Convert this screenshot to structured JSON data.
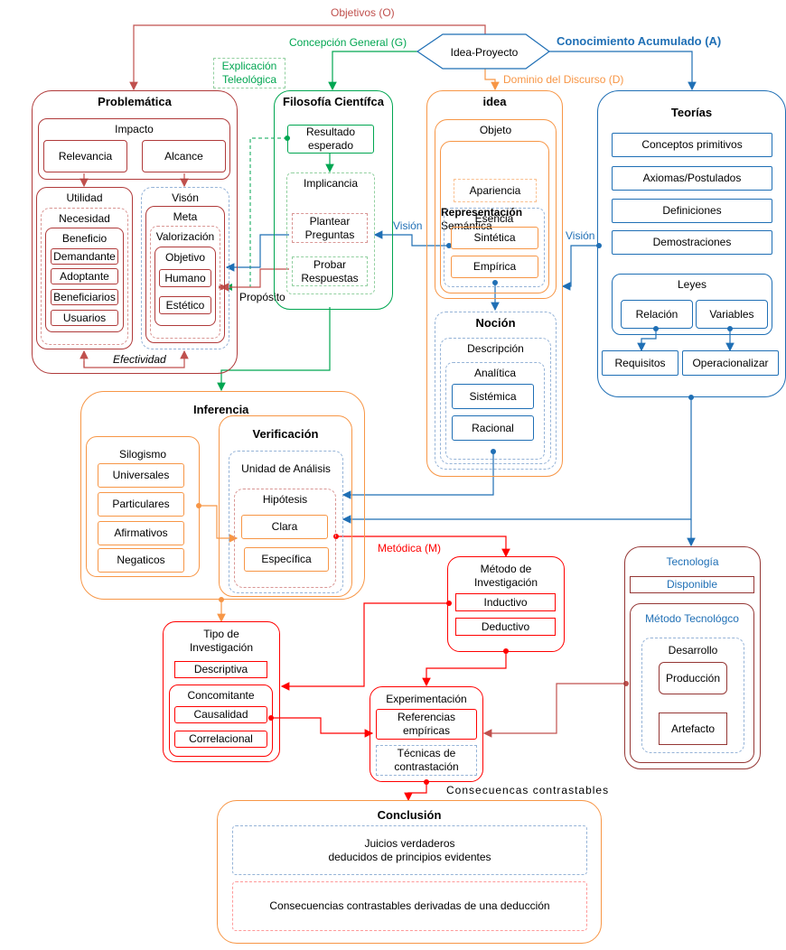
{
  "edge_labels": {
    "objetivos": "Objetivos  (O)",
    "concepcion": "Concepción General (G)",
    "conocimiento": "Conocimiento Acumulado (A)",
    "dominio": "Dominio del Discurso (D)",
    "explicacion": "Explicación\nTeleológica",
    "vision_left": "Visión",
    "vision_right": "Visión",
    "proposito": "Propósito",
    "efectividad": "Efectividad",
    "metodica": "Metódica (M)",
    "consecuencias": "Consecuencas  contrastables"
  },
  "idea_proyecto": "Idea-Proyecto",
  "problematica": {
    "title": "Problemática",
    "impacto": "Impacto",
    "relevancia": "Relevancia",
    "alcance": "Alcance",
    "utilidad": "Utilidad",
    "necesidad": "Necesidad",
    "beneficio": "Beneficio",
    "beneficio_items": [
      "Demandante",
      "Adoptante",
      "Beneficiarios",
      "Usuarios"
    ],
    "vision": "Visón",
    "meta": "Meta",
    "valorizacion": "Valorización",
    "objetivo": "Objetivo",
    "objetivo_items": [
      "Humano",
      "Estético"
    ]
  },
  "filosofia": {
    "title": "Filosofía Científca",
    "resultado": "Resultado\nesperado",
    "implicancia": "Implicancia",
    "plantear": "Plantear\nPreguntas",
    "probar": "Probar\nRespuestas"
  },
  "idea": {
    "title": "idea",
    "objeto": "Objeto",
    "representacion": "Representación",
    "semantica": "Semántica",
    "apariencia": "Apariencia",
    "esencia": "Esencia",
    "sintetica": "Sintética",
    "empirica": "Empírica",
    "nocion": "Noción",
    "descripcion": "Descripción",
    "analitica": "Analítica",
    "sistemica": "Sistémica",
    "racional": "Racional"
  },
  "teorias": {
    "title": "Teorías",
    "items": [
      "Conceptos primitivos",
      "Axiomas/Postulados",
      "Definiciones",
      "Demostraciones"
    ],
    "leyes": "Leyes",
    "relacion": "Relación",
    "variables": "Variables",
    "requisitos": "Requisitos",
    "operacionalizar": "Operacionalizar"
  },
  "inferencia": {
    "title": "Inferencia",
    "silogismo": "Silogismo",
    "silogismo_items": [
      "Universales",
      "Particulares",
      "Afirmativos",
      "Negaticos"
    ],
    "verificacion": "Verificación",
    "unidad": "Unidad de Análisis",
    "hipotesis": "Hipótesis",
    "hipotesis_items": [
      "Clara",
      "Específica"
    ]
  },
  "metodo_inv": {
    "title": "Método de\nInvestigación",
    "items": [
      "Inductivo",
      "Deductivo"
    ]
  },
  "tecnologia": {
    "title": "Tecnología",
    "disponible": "Disponible",
    "metodo_tec": "Método Tecnológco",
    "desarrollo": "Desarrollo",
    "produccion": "Producción",
    "artefacto": "Artefacto"
  },
  "tipo_inv": {
    "title": "Tipo  de\nInvestigación",
    "descriptiva": "Descriptiva",
    "concomitante": "Concomitante",
    "items": [
      "Causalidad",
      "Correlacional"
    ]
  },
  "experimentacion": {
    "title": "Experimentación",
    "referencias": "Referencias\nempíricas",
    "tecnicas": "Técnicas de\ncontrastación"
  },
  "conclusion": {
    "title": "Conclusión",
    "juicios": "Juicios verdaderos\ndeducidos de principios evidentes",
    "consecuencias": "Consecuencias  contrastables derivadas  de una deducción"
  },
  "colors": {
    "red": "#c0504d",
    "green": "#00a651",
    "orange": "#f79646",
    "blue": "#1f6fb5",
    "bright_red": "#ff0000",
    "maroon": "#953735"
  }
}
